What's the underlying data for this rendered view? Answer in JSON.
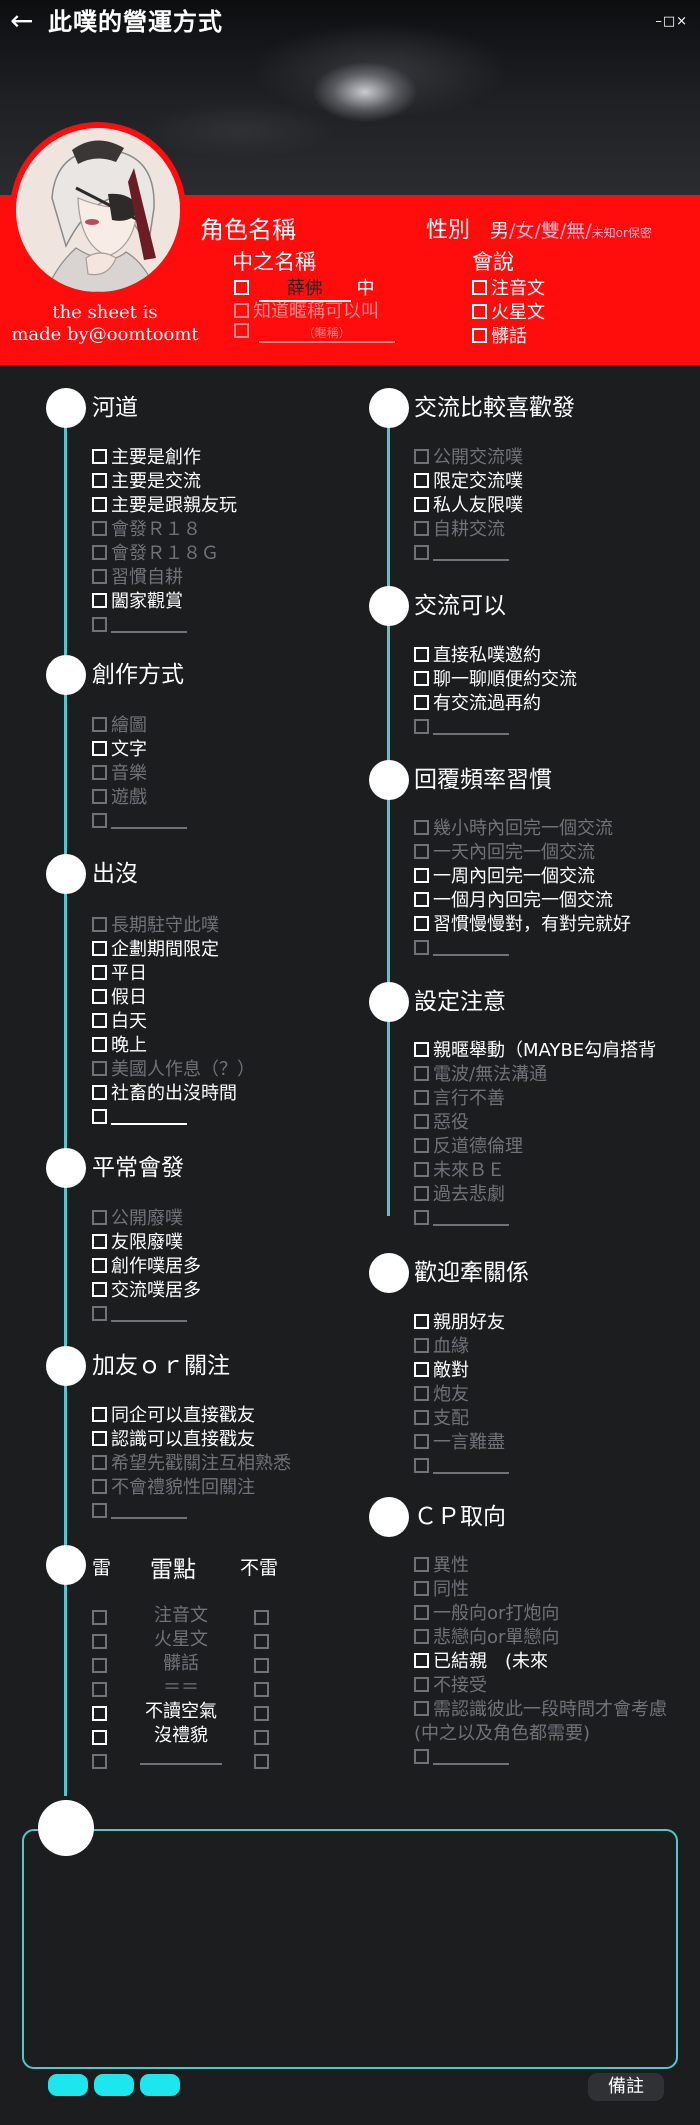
{
  "header": {
    "title": "此噗的營運方式",
    "back_glyph": "←",
    "window_controls": "–□×",
    "credit_line1": "the sheet is",
    "credit_line2": "made by@oomtoomt"
  },
  "profile": {
    "role_name_label": "角色名稱",
    "gender_label": "性別",
    "gender_selected": "男",
    "gender_options": "/女/雙/無/",
    "gender_unknown": "未知or保密",
    "nakano_label": "中之名稱",
    "nakano_value": "薛佛",
    "nakano_suffix": "中",
    "nakano_nickname": "知道暱稱可以叫",
    "nakano_nickname_hint": "（暱稱）",
    "speaks_label": "會說",
    "speaks": [
      "注音文",
      "火星文",
      "髒話"
    ]
  },
  "sections": {
    "river": {
      "title": "河道",
      "items": [
        {
          "label": "主要是創作",
          "checked": true
        },
        {
          "label": "主要是交流",
          "checked": true
        },
        {
          "label": "主要是跟親友玩",
          "checked": true
        },
        {
          "label": "會發Ｒ１８",
          "checked": false
        },
        {
          "label": "會發Ｒ１８Ｇ",
          "checked": false
        },
        {
          "label": "習慣自耕",
          "checked": false
        },
        {
          "label": "闔家觀賞",
          "checked": true
        }
      ]
    },
    "creation": {
      "title": "創作方式",
      "items": [
        {
          "label": "繪圖",
          "checked": false
        },
        {
          "label": "文字",
          "checked": true
        },
        {
          "label": "音樂",
          "checked": false
        },
        {
          "label": "遊戲",
          "checked": false
        }
      ]
    },
    "presence": {
      "title": "出沒",
      "items": [
        {
          "label": "長期駐守此噗",
          "checked": false
        },
        {
          "label": "企劃期間限定",
          "checked": true
        },
        {
          "label": "平日",
          "checked": true
        },
        {
          "label": "假日",
          "checked": true
        },
        {
          "label": "白天",
          "checked": true
        },
        {
          "label": "晚上",
          "checked": true
        },
        {
          "label": "美國人作息（？）",
          "checked": false
        },
        {
          "label": "社畜的出沒時間",
          "checked": true
        }
      ]
    },
    "usually": {
      "title": "平常會發",
      "items": [
        {
          "label": "公開廢噗",
          "checked": false
        },
        {
          "label": "友限廢噗",
          "checked": true
        },
        {
          "label": "創作噗居多",
          "checked": true
        },
        {
          "label": "交流噗居多",
          "checked": true
        }
      ]
    },
    "friend": {
      "title": "加友ｏｒ關注",
      "items": [
        {
          "label": "同企可以直接戳友",
          "checked": true
        },
        {
          "label": "認識可以直接戳友",
          "checked": true
        },
        {
          "label": "希望先戳關注互相熟悉",
          "checked": false
        },
        {
          "label": "不會禮貌性回關注",
          "checked": false
        }
      ]
    },
    "thunder": {
      "title_left": "雷",
      "title_mid": "雷點",
      "title_right": "不雷",
      "rows": [
        {
          "label": "注音文",
          "bright": false
        },
        {
          "label": "火星文",
          "bright": false
        },
        {
          "label": "髒話",
          "bright": false
        },
        {
          "label": "＝＝",
          "bright": false
        },
        {
          "label": "不讀空氣",
          "bright": true
        },
        {
          "label": "沒禮貌",
          "bright": true
        }
      ]
    },
    "prefer_post": {
      "title": "交流比較喜歡發",
      "items": [
        {
          "label": "公開交流噗",
          "checked": false
        },
        {
          "label": "限定交流噗",
          "checked": true
        },
        {
          "label": "私人友限噗",
          "checked": true
        },
        {
          "label": "自耕交流",
          "checked": false
        }
      ]
    },
    "interact_ok": {
      "title": "交流可以",
      "items": [
        {
          "label": "直接私噗邀約",
          "checked": true
        },
        {
          "label": "聊一聊順便約交流",
          "checked": true
        },
        {
          "label": "有交流過再約",
          "checked": true
        }
      ]
    },
    "reply": {
      "title": "回覆頻率習慣",
      "items": [
        {
          "label": "幾小時內回完一個交流",
          "checked": false
        },
        {
          "label": "一天內回完一個交流",
          "checked": false
        },
        {
          "label": "一周內回完一個交流",
          "checked": true
        },
        {
          "label": "一個月內回完一個交流",
          "checked": true
        },
        {
          "label": "習慣慢慢對，有對完就好",
          "checked": true
        }
      ]
    },
    "settings": {
      "title": "設定注意",
      "items": [
        {
          "label": "親暱舉動（MAYBE勾肩搭背",
          "checked": true
        },
        {
          "label": "電波/無法溝通",
          "checked": false
        },
        {
          "label": "言行不善",
          "checked": false
        },
        {
          "label": "惡役",
          "checked": false
        },
        {
          "label": "反道德倫理",
          "checked": false
        },
        {
          "label": "未來ＢＥ",
          "checked": false
        },
        {
          "label": "過去悲劇",
          "checked": false
        }
      ]
    },
    "relations": {
      "title": "歡迎牽關係",
      "items": [
        {
          "label": "親朋好友",
          "checked": true
        },
        {
          "label": "血緣",
          "checked": false
        },
        {
          "label": "敵對",
          "checked": true
        },
        {
          "label": "炮友",
          "checked": false
        },
        {
          "label": "支配",
          "checked": false
        },
        {
          "label": "一言難盡",
          "checked": false
        }
      ]
    },
    "cp": {
      "title": "ＣＰ取向",
      "items": [
        {
          "label": "異性",
          "checked": false
        },
        {
          "label": "同性",
          "checked": false
        },
        {
          "label": "一般向or打炮向",
          "checked": false
        },
        {
          "label": "悲戀向or單戀向",
          "checked": false
        },
        {
          "label": "已結親　(未來",
          "checked": true
        },
        {
          "label": "不接受",
          "checked": false
        },
        {
          "label": "需認識彼此一段時間才會考慮",
          "checked": false
        },
        {
          "label": "(中之以及角色都需要)",
          "checked": false
        }
      ]
    }
  },
  "footer": {
    "remarks_tab": "備註"
  },
  "colors": {
    "background": "#1b1d1f",
    "red_band": "#ff0c0c",
    "accent_teal": "#57c6cc",
    "pill_cyan": "#1ee6ee",
    "dim_text": "#6f7378"
  }
}
